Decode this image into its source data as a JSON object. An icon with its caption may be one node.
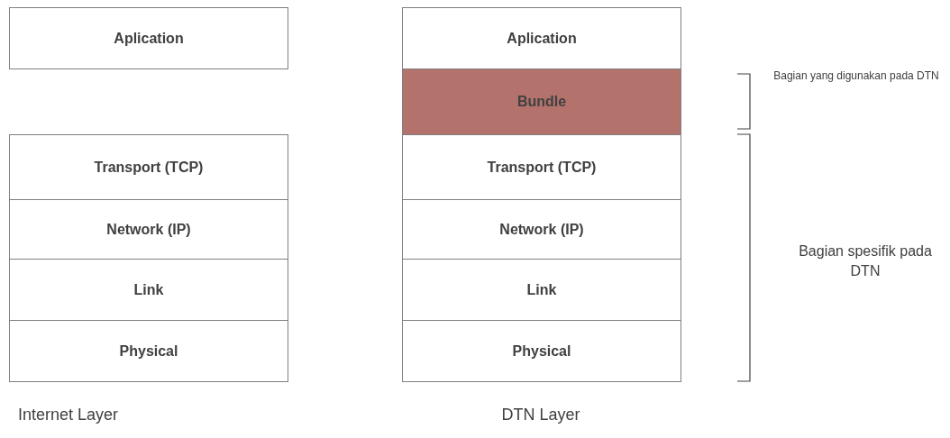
{
  "diagram": {
    "nodes": [
      {
        "text": [
          "Aplication"
        ]
      },
      {
        "text": [
          "Transport (TCP)"
        ]
      },
      {
        "text": [
          "Network (IP)"
        ]
      },
      {
        "text": [
          "Link"
        ]
      },
      {
        "text": [
          "Physical"
        ]
      },
      {
        "text": [
          "Aplication"
        ]
      },
      {
        "text": [
          "Bundle"
        ]
      },
      {
        "text": [
          "Transport (TCP)"
        ]
      },
      {
        "text": [
          "Network (IP)"
        ]
      },
      {
        "text": [
          "Link"
        ]
      },
      {
        "text": [
          "Physical"
        ]
      }
    ],
    "labels": [
      "Bagian yang digunakan pada DTN",
      "Bagian spesifik pada DTN",
      "Internet Layer",
      "DTN Layer"
    ]
  }
}
